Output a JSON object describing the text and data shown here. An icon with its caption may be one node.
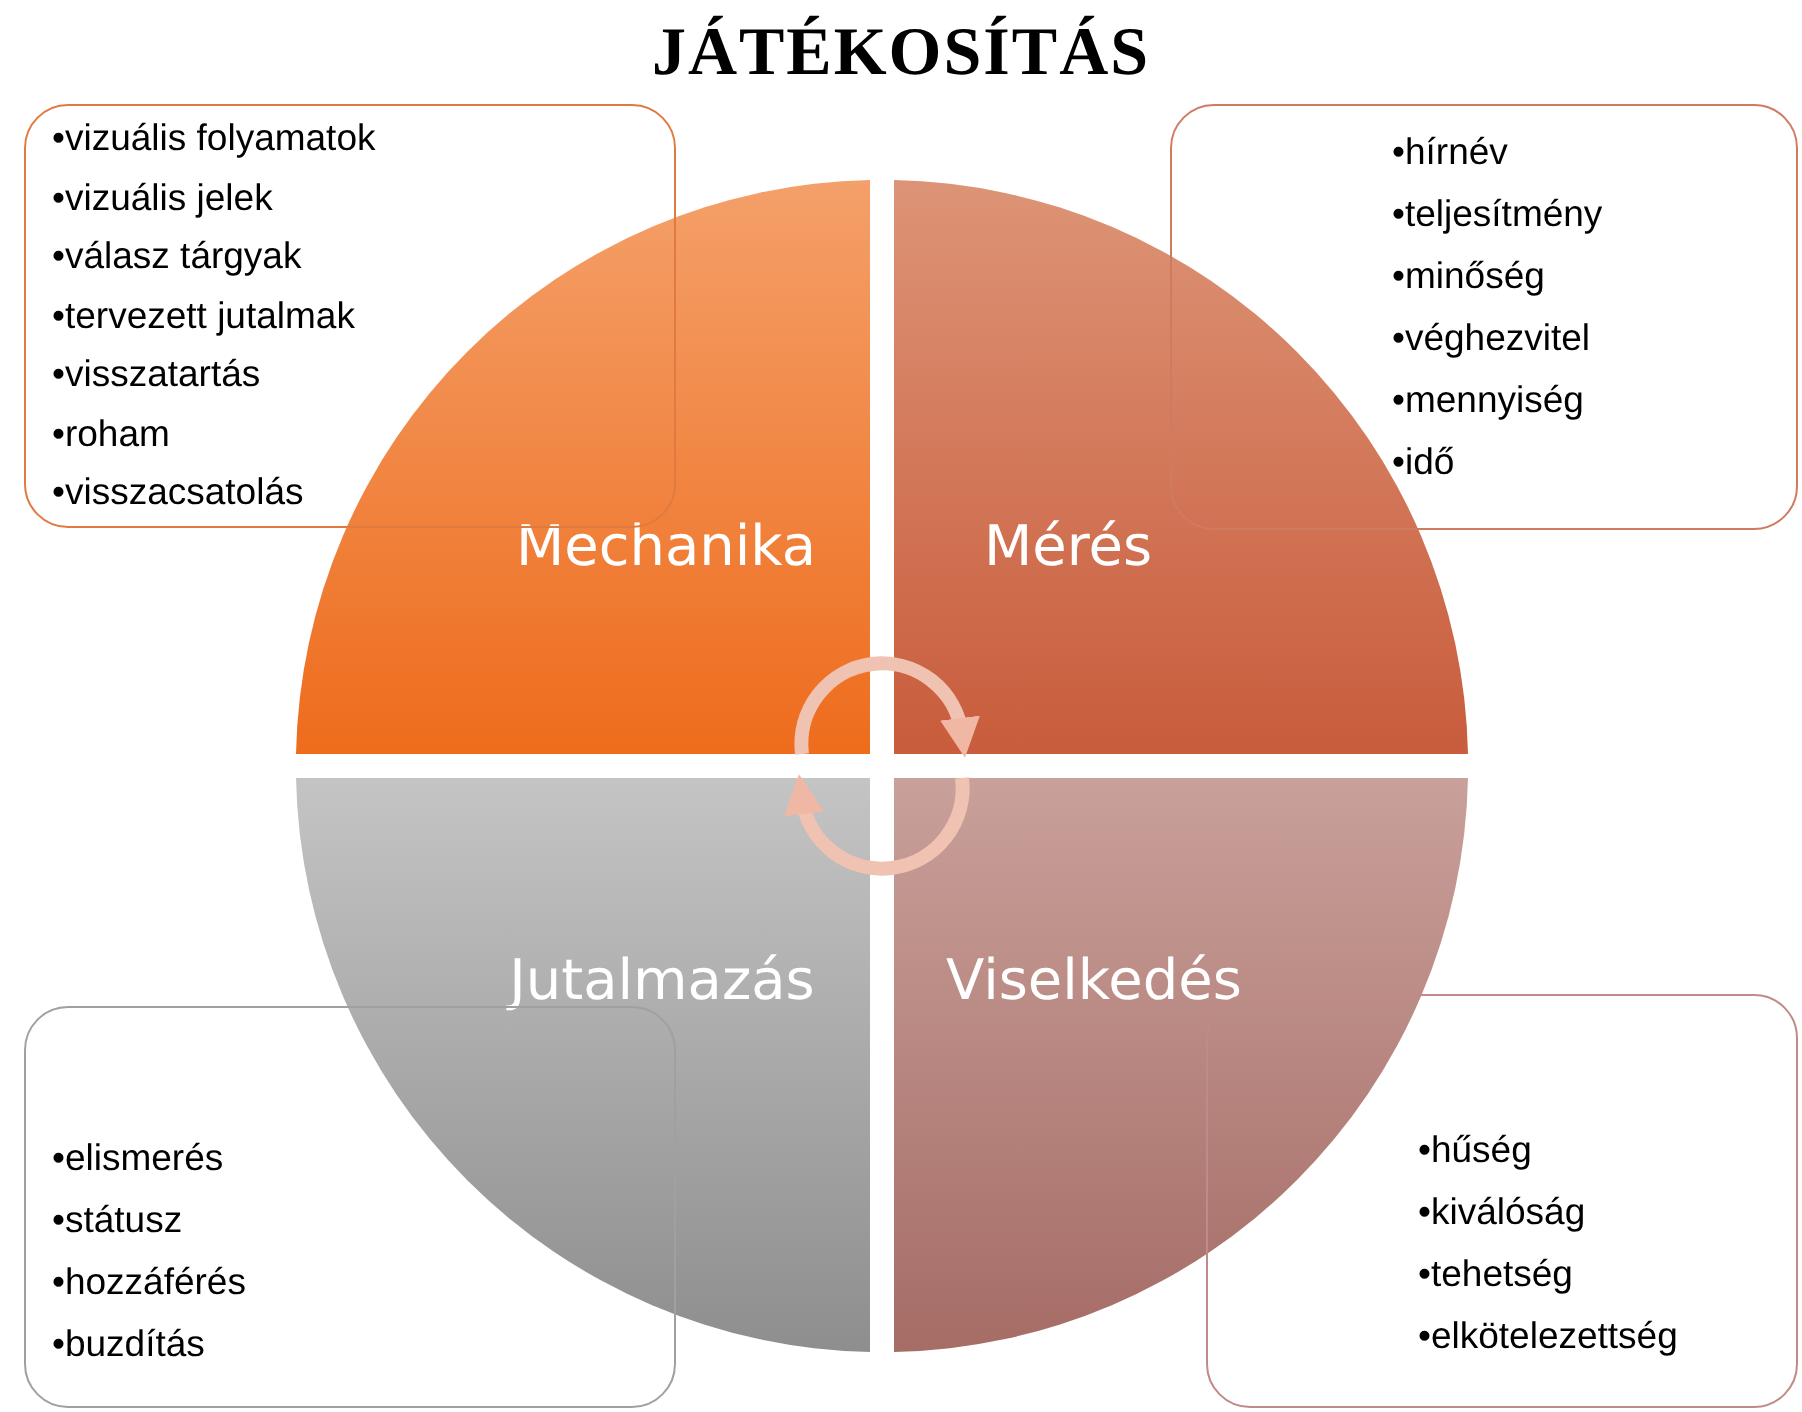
{
  "diagram": {
    "title": "JÁTÉKOSÍTÁS",
    "nodes": [
      {
        "text": [
          "Mechanika"
        ]
      },
      {
        "text": [
          "Mérés"
        ]
      },
      {
        "text": [
          "Jutalmazás"
        ]
      },
      {
        "text": [
          "Viselkedés"
        ]
      },
      {
        "text": [
          "•vizuális folyamatok",
          "•vizuális jelek",
          "•válasz tárgyak",
          "•tervezett jutalmak",
          "•visszatartás",
          "•roham",
          "•visszacsatolás"
        ]
      },
      {
        "text": [
          "•hírnév",
          "•teljesítmény",
          "•minőség",
          "•véghezvitel",
          "•mennyiség",
          "•idő"
        ]
      },
      {
        "text": [
          "•elismerés",
          "•státusz",
          "•hozzáférés",
          "•buzdítás"
        ]
      },
      {
        "text": [
          "•hűség",
          "•kiválóság",
          "•tehetség",
          "•elkötelezettség"
        ]
      }
    ],
    "edges": [
      {
        "from": 0,
        "to": 1,
        "arrow": "to"
      },
      {
        "from": 3,
        "to": 2,
        "arrow": "to"
      }
    ]
  }
}
